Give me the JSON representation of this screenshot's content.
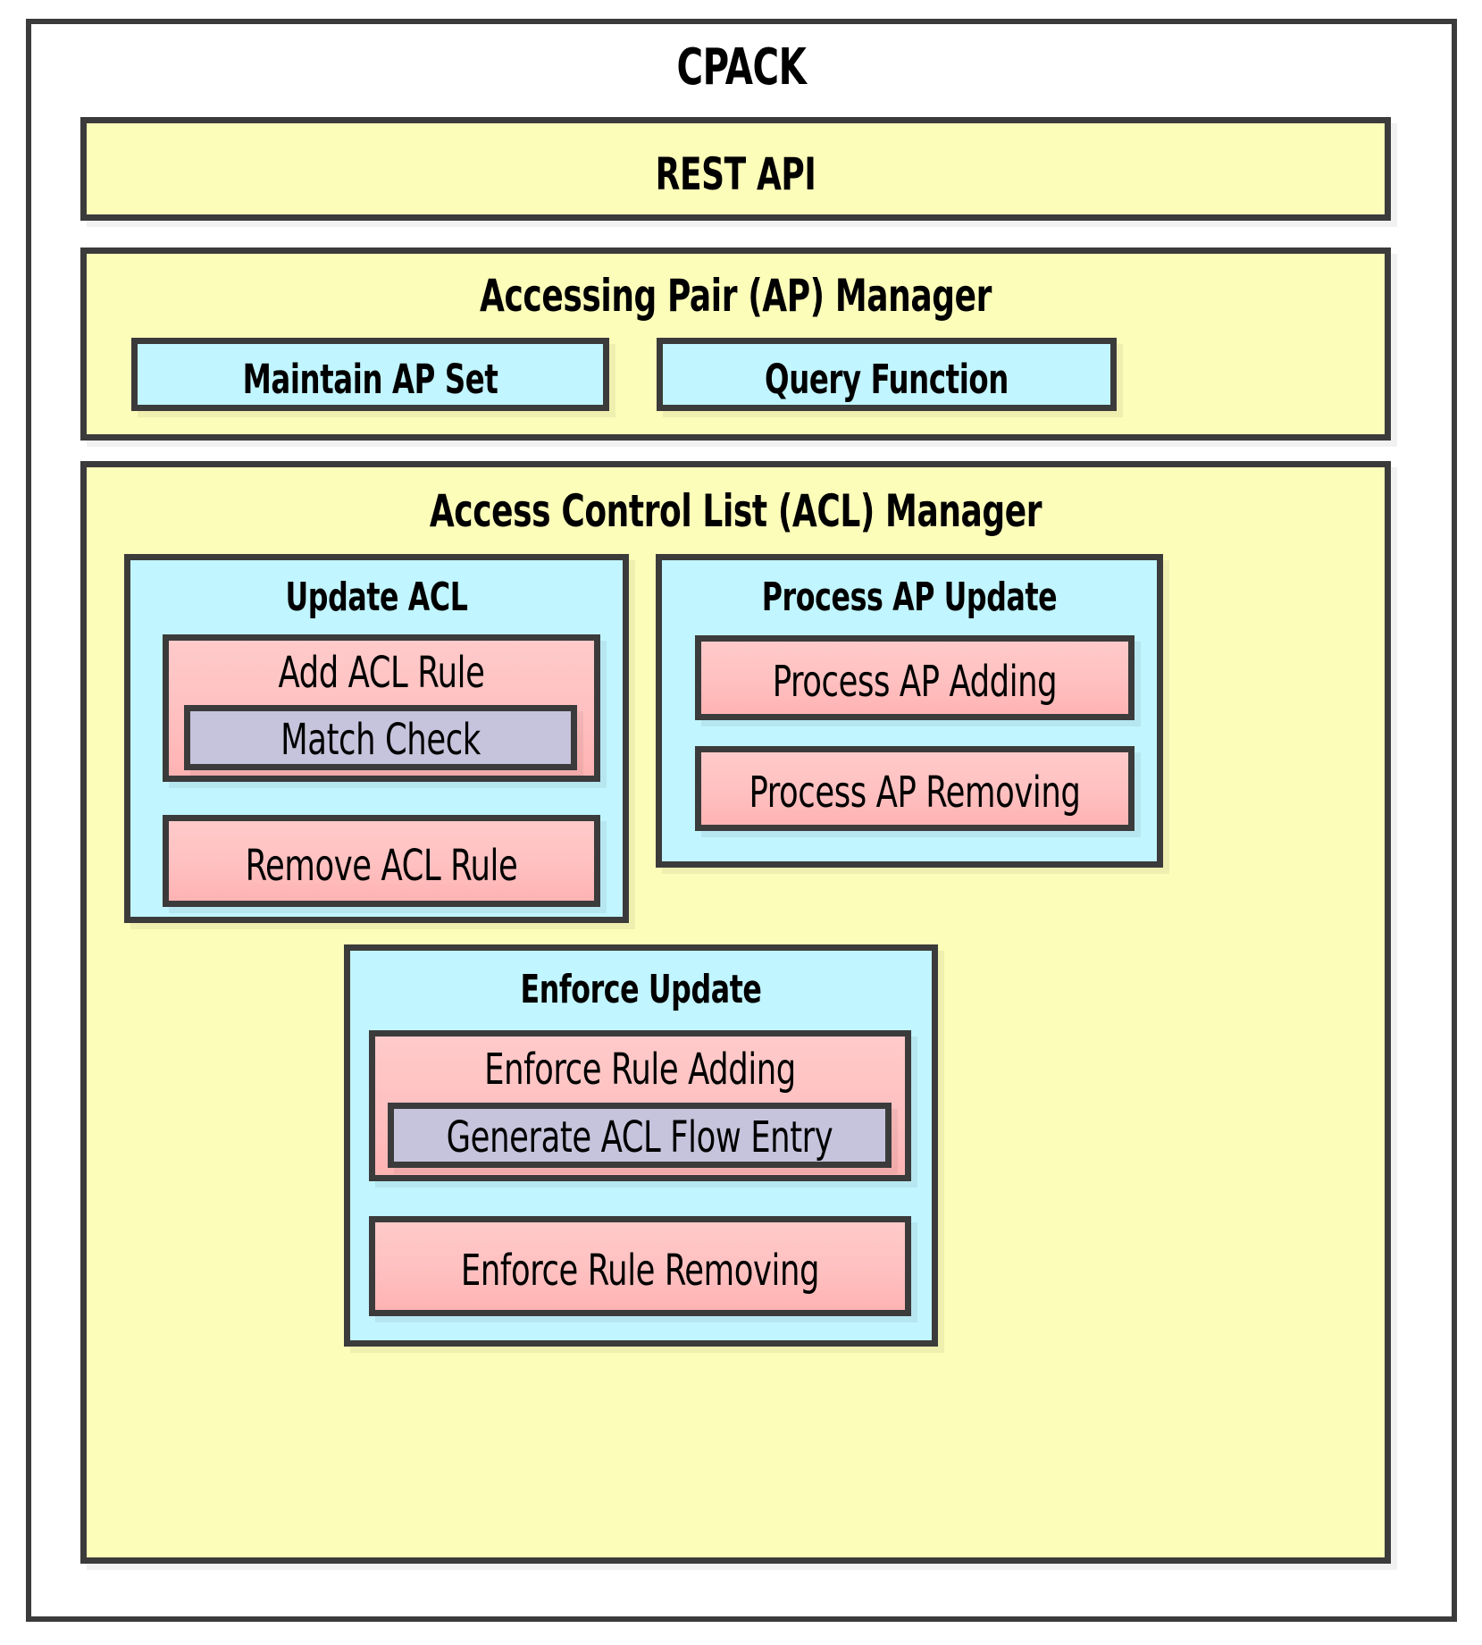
{
  "diagram": {
    "title": "CPACK",
    "type": "architecture-block-diagram",
    "palette": {
      "border": "#3b3b3b",
      "layer_fill": "#fdfdba",
      "module_fill": "#c1f5ff",
      "function_fill": "#ffc2c2",
      "subfunction_fill": "#c6c3dc",
      "page_background": "#ffffff"
    },
    "layers": [
      {
        "id": "rest-api",
        "label": "REST API",
        "fill": "#fdfdba",
        "children": []
      },
      {
        "id": "ap-manager",
        "label": "Accessing Pair (AP) Manager",
        "fill": "#fdfdba",
        "children": [
          {
            "id": "maintain-ap-set",
            "label": "Maintain AP Set",
            "fill": "#c1f5ff"
          },
          {
            "id": "query-function",
            "label": "Query Function",
            "fill": "#c1f5ff"
          }
        ]
      },
      {
        "id": "acl-manager",
        "label": "Access Control List (ACL) Manager",
        "fill": "#fdfdba",
        "children": [
          {
            "id": "update-acl",
            "label": "Update ACL",
            "fill": "#c1f5ff",
            "children": [
              {
                "id": "add-acl-rule",
                "label": "Add ACL Rule",
                "fill": "#ffc2c2",
                "children": [
                  {
                    "id": "match-check",
                    "label": "Match Check",
                    "fill": "#c6c3dc"
                  }
                ]
              },
              {
                "id": "remove-acl-rule",
                "label": "Remove ACL Rule",
                "fill": "#ffc2c2",
                "children": []
              }
            ]
          },
          {
            "id": "process-ap-update",
            "label": "Process AP Update",
            "fill": "#c1f5ff",
            "children": [
              {
                "id": "process-ap-adding",
                "label": "Process AP Adding",
                "fill": "#ffc2c2",
                "children": []
              },
              {
                "id": "process-ap-removing",
                "label": "Process AP Removing",
                "fill": "#ffc2c2",
                "children": []
              }
            ]
          },
          {
            "id": "enforce-update",
            "label": "Enforce Update",
            "fill": "#c1f5ff",
            "children": [
              {
                "id": "enforce-rule-adding",
                "label": "Enforce Rule Adding",
                "fill": "#ffc2c2",
                "children": [
                  {
                    "id": "generate-acl-flow-entry",
                    "label": "Generate ACL Flow Entry",
                    "fill": "#c6c3dc"
                  }
                ]
              },
              {
                "id": "enforce-rule-removing",
                "label": "Enforce Rule Removing",
                "fill": "#ffc2c2",
                "children": []
              }
            ]
          }
        ]
      }
    ]
  }
}
